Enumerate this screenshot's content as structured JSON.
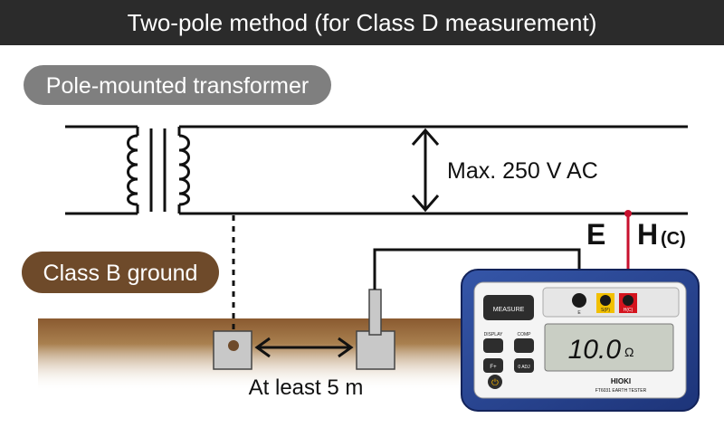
{
  "header": {
    "title": "Two-pole method (for Class D measurement)"
  },
  "labels": {
    "transformer": "Pole-mounted transformer",
    "voltage": "Max. 250 V AC",
    "class_b_ground": "Class B ground",
    "distance": "At least 5 m",
    "terminal_e": "E",
    "terminal_h": "H",
    "terminal_h_sub": "(C)"
  },
  "tester": {
    "brand": "HIOKI",
    "model": "FT6031 EARTH TESTER",
    "display_value": "10.0",
    "display_unit": "Ω",
    "buttons": {
      "measure": "MEASURE",
      "display": "DISPLAY",
      "comp": "COMP",
      "f": "F+",
      "zero_adj": "0 ADJ"
    },
    "terminal_labels": {
      "e": "E",
      "s": "S(P)",
      "h": "H(C)"
    }
  },
  "colors": {
    "header_bg": "#2b2b2b",
    "header_text": "#ffffff",
    "transformer_badge": "#7f7f7f",
    "ground_badge": "#6e4a2a",
    "soil": "#a77a4e",
    "h_lead": "#c8102e",
    "tester_body": "#25408f"
  }
}
